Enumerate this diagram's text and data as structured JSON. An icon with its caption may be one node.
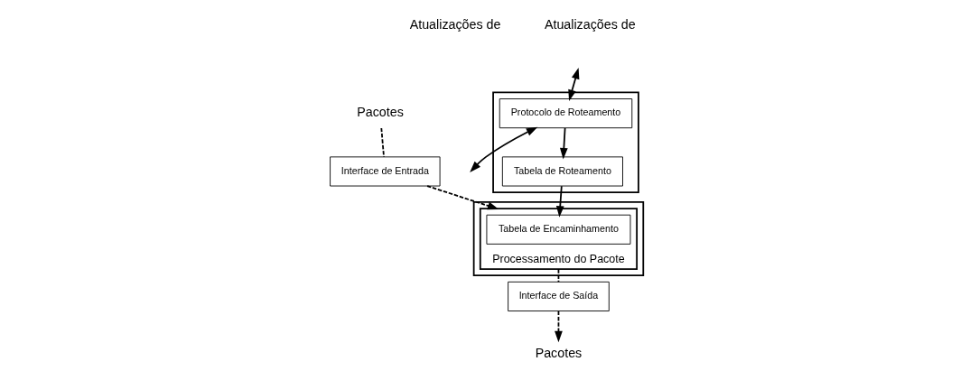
{
  "diagram": {
    "nodes": [
      {
        "text": [],
        "shape": "box"
      },
      {
        "text": [
          "Protocolo de Roteamento"
        ],
        "in": 0
      },
      {
        "text": [
          "Tabela de Roteamento"
        ],
        "in": 0
      },
      {
        "text": [],
        "shape": "box"
      },
      {
        "text": [
          "Processamento do Pacote"
        ],
        "in": 3
      },
      {
        "text": [
          "Tabela de Encaminhamento"
        ],
        "in": 4
      },
      {
        "text": [
          "Interface de Entrada"
        ]
      },
      {
        "text": [
          "Interface de Saída"
        ]
      },
      {
        "text": [
          "Pacotes"
        ]
      },
      {
        "text": [
          "Pacotes"
        ]
      }
    ],
    "edges": [
      {
        "from": null,
        "to": 1,
        "arrow": "both"
      },
      {
        "from": 1,
        "to": null,
        "arrow": "both"
      },
      {
        "from": 1,
        "to": 2,
        "arrow": "to"
      },
      {
        "from": 2,
        "to": 5,
        "arrow": "to"
      },
      {
        "from": 8,
        "to": 6,
        "arrow": "none",
        "style": "dashed"
      },
      {
        "from": 6,
        "to": 4,
        "arrow": "to",
        "style": "dashed"
      },
      {
        "from": 4,
        "to": 7,
        "arrow": "none",
        "style": "dashed"
      },
      {
        "from": 7,
        "to": 9,
        "arrow": "to",
        "style": "dashed"
      }
    ],
    "labels": [
      "Atualizações de",
      "Atualizações de"
    ]
  }
}
